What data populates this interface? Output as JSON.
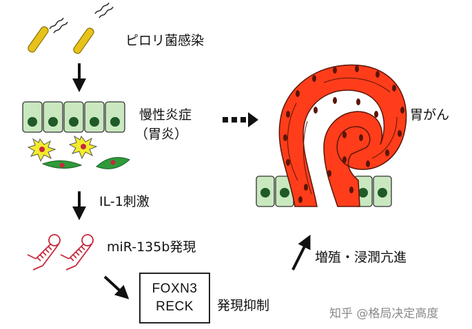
{
  "labels": {
    "infection": "ピロリ菌感染",
    "inflammation_line1": "慢性炎症",
    "inflammation_line2": "（胃炎）",
    "cancer": "胃がん",
    "il1": "IL-1刺激",
    "mirna": "miR-135b発現",
    "proliferation": "増殖・浸潤亢進",
    "suppression": "発現抑制"
  },
  "target_box": {
    "gene1": "FOXN3",
    "gene2": "RECK"
  },
  "watermark": "知乎 @格局决定高度",
  "colors": {
    "bacteria": "#e6c21a",
    "epithelium": "#c9e8bf",
    "nucleus": "#1f5a28",
    "cancer": "#ff3d1a",
    "cancer_nucleus": "#5a1508",
    "mirna": "#c8283c",
    "arrow": "#111111"
  }
}
